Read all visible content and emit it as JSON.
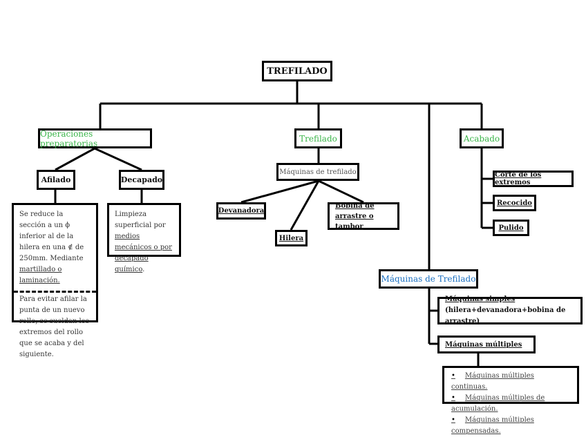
{
  "root": "TREFILADO",
  "operaciones": {
    "title": "Operaciones preparatorias",
    "afilado": "Afilado",
    "afilado_desc1": "Se reduce la sección a un ϕ inferior al de la hilera en una ∉ de 250mm. Mediante",
    "afilado_desc1_link": "martillado o laminación.",
    "afilado_desc2": "Para evitar afilar la punta de un nuevo rollo, se sueldan los extremos del rollo que se acaba y del siguiente.",
    "decapado": "Decapado",
    "decapado_desc": "Limpieza superficial por",
    "decapado_link": "medios mecánicos o por decapado químico",
    "decapado_end": "."
  },
  "trefilado": {
    "title": "Trefilado",
    "maquinas": "Máquinas de trefilado",
    "devanadora": "Devanadora",
    "hilera": "Hilera",
    "bobina": "Bobina de arrastre o tambor"
  },
  "acabado": {
    "title": "Acabado",
    "items": [
      "Corte de los extremos",
      "Recocido",
      "Pulido"
    ]
  },
  "maquinas_trefilado": {
    "title": "Máquinas de Trefilado",
    "simples_title": "Máquinas simples",
    "simples_desc": "(hilera+devanadora+bobina de arrastre)",
    "multiples_title": "Máquinas múltiples",
    "multiples_items": [
      "Máquinas múltiples continuas.",
      "Máquinas múltiples de acumulación.",
      "Máquinas múltiples compensadas."
    ]
  },
  "colors": {
    "green": "#3bb54a",
    "blue": "#1a6fc0"
  }
}
